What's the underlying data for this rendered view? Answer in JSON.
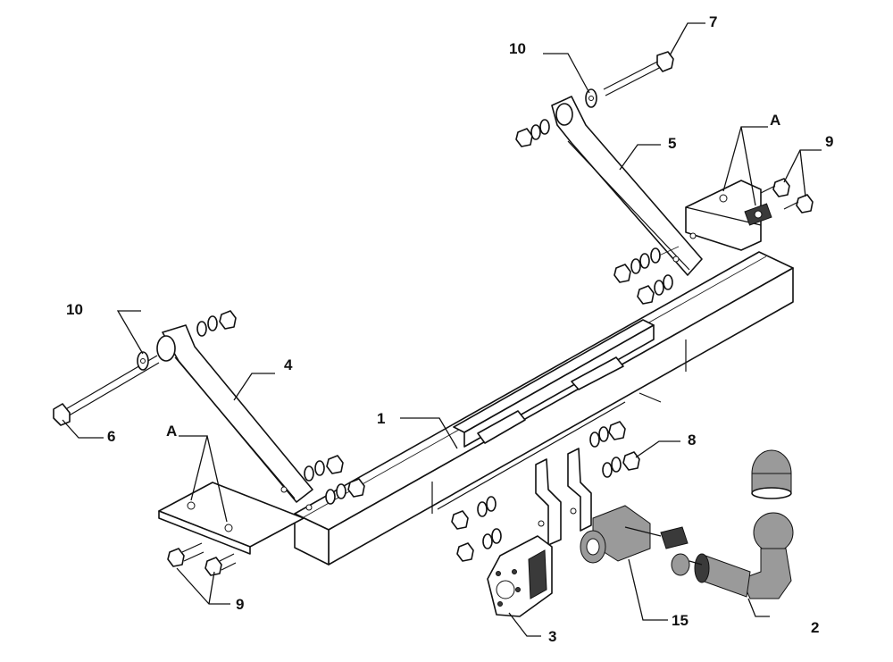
{
  "callouts": {
    "c1": "1",
    "c2": "2",
    "c3": "3",
    "c4": "4",
    "c5": "5",
    "c6": "6",
    "c7": "7",
    "c8": "8",
    "c9_left": "9",
    "c9_right": "9",
    "c10_left": "10",
    "c10_right": "10",
    "c15": "15",
    "a_left": "A",
    "a_right": "A"
  }
}
